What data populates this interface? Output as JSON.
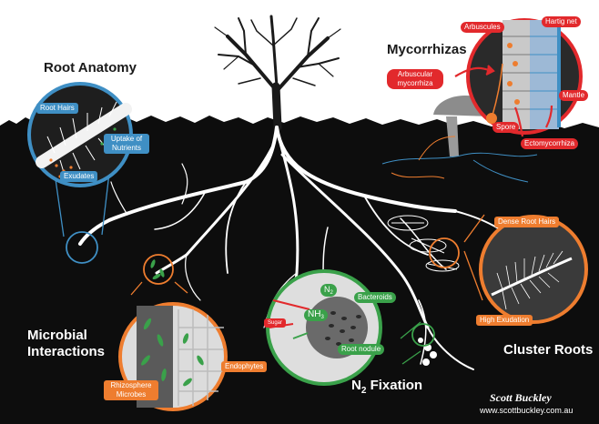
{
  "titles": {
    "root_anatomy": "Root Anatomy",
    "mycorrhizas": "Mycorrhizas",
    "microbial_line1": "Microbial",
    "microbial_line2": "Interactions",
    "n2_main": "N",
    "n2_sub": "2",
    "n2_rest": " Fixation",
    "cluster_roots": "Cluster Roots"
  },
  "root_anatomy_labels": {
    "root_hairs": "Root Hairs",
    "uptake_line1": "Uptake of",
    "uptake_line2": "Nutrients",
    "exudates": "Exudates"
  },
  "mycorrhiza_labels": {
    "arbuscules": "Arbuscules",
    "hartig_net": "Hartig net",
    "arbuscular_line1": "Arbuscular",
    "arbuscular_line2": "mycorrhiza",
    "mantle": "Mantle",
    "spore": "Spore",
    "ectomycorrhiza": "Ectomycorrhiza"
  },
  "cluster_labels": {
    "dense_root_hairs": "Dense Root Hairs",
    "high_exudation": "High Exudation"
  },
  "microbial_labels": {
    "endophytes": "Endophytes",
    "rhizosphere_line1": "Rhizosphere",
    "rhizosphere_line2": "Microbes"
  },
  "n2_labels": {
    "n": "N",
    "n_sub": "2",
    "nh": "NH",
    "nh_sub": "3",
    "sugar": "Sugar",
    "bacteroids": "Bacteroids",
    "root_nodule": "Root nodule"
  },
  "credit": {
    "signature": "Scott Buckley",
    "url": "www.scottbuckley.com.au"
  },
  "colors": {
    "soil": "#0d0d0d",
    "root": "#ffffff",
    "anatomy": "#3f8fc4",
    "mycorrhiza": "#e2292c",
    "cluster": "#ee7d2f",
    "microbial": "#ee7d2f",
    "n2": "#3aa14a"
  }
}
